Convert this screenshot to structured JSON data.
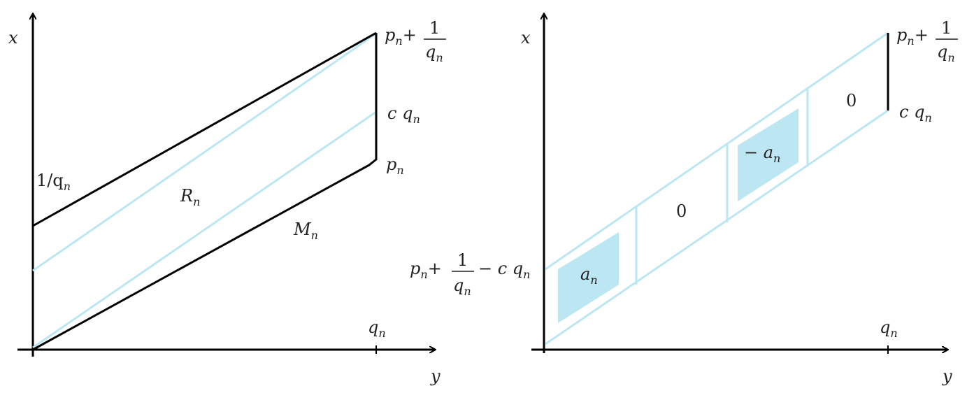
{
  "left": {
    "x_axis": "y",
    "y_axis": "x",
    "label_1_over_q": "1/q",
    "label_R": "R",
    "label_M": "M",
    "label_top_p": "p",
    "label_top_plus": "+",
    "label_top_num": "1",
    "label_top_den": "q",
    "label_c": "c q",
    "label_p": "p",
    "label_q": "q",
    "sub": "n"
  },
  "right": {
    "x_axis": "y",
    "y_axis": "x",
    "label_top_p": "p",
    "label_top_plus": "+",
    "label_top_num": "1",
    "label_top_den": "q",
    "label_c": "c q",
    "label_left_p": "p",
    "label_left_plus": "+",
    "label_left_num": "1",
    "label_left_den": "q",
    "label_left_minus": "− c q",
    "label_q": "q",
    "cell_a": "a",
    "cell_zero_1": "0",
    "cell_minus_a": "− a",
    "cell_zero_2": "0",
    "sub": "n"
  },
  "colors": {
    "accent": "#bde6f3",
    "ink": "#000000"
  }
}
